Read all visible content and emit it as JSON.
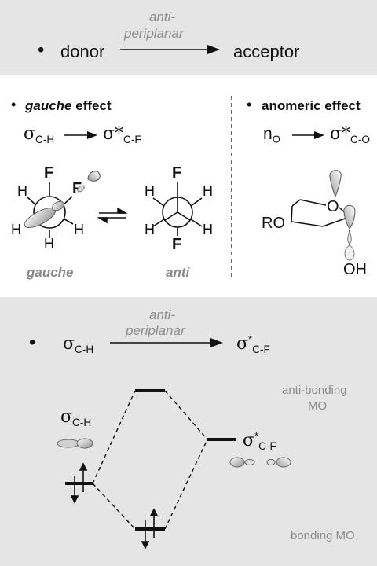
{
  "top": {
    "bullet": "•",
    "donor": "donor",
    "arrow_label_1": "anti-",
    "arrow_label_2": "periplanar",
    "acceptor": "acceptor"
  },
  "gauche_panel": {
    "bullet": "•",
    "title_italic": "gauche",
    "title_rest": " effect",
    "sigma": "σ",
    "sigma_sub": "C-H",
    "sigma_star": "σ*",
    "sigma_star_sub": "C-F",
    "atoms": {
      "H": "H",
      "F": "F"
    },
    "gauche_label": "gauche",
    "anti_label": "anti"
  },
  "anomeric_panel": {
    "bullet": "•",
    "title": "anomeric effect",
    "n": "n",
    "n_sub": "O",
    "sigma_star": "σ*",
    "sigma_star_sub": "C-O",
    "ring_O": "O",
    "RO": "RO",
    "OH": "OH"
  },
  "mo": {
    "bullet": "•",
    "sigma": "σ",
    "sigma_sub": "C-H",
    "arrow_label_1": "anti-",
    "arrow_label_2": "periplanar",
    "sigma_star": "σ",
    "star": "*",
    "sigma_star_sub": "C-F",
    "left_sigma": "σ",
    "left_sigma_sub": "C-H",
    "antibonding_1": "anti-bonding",
    "antibonding_2": "MO",
    "bonding": "bonding MO"
  }
}
